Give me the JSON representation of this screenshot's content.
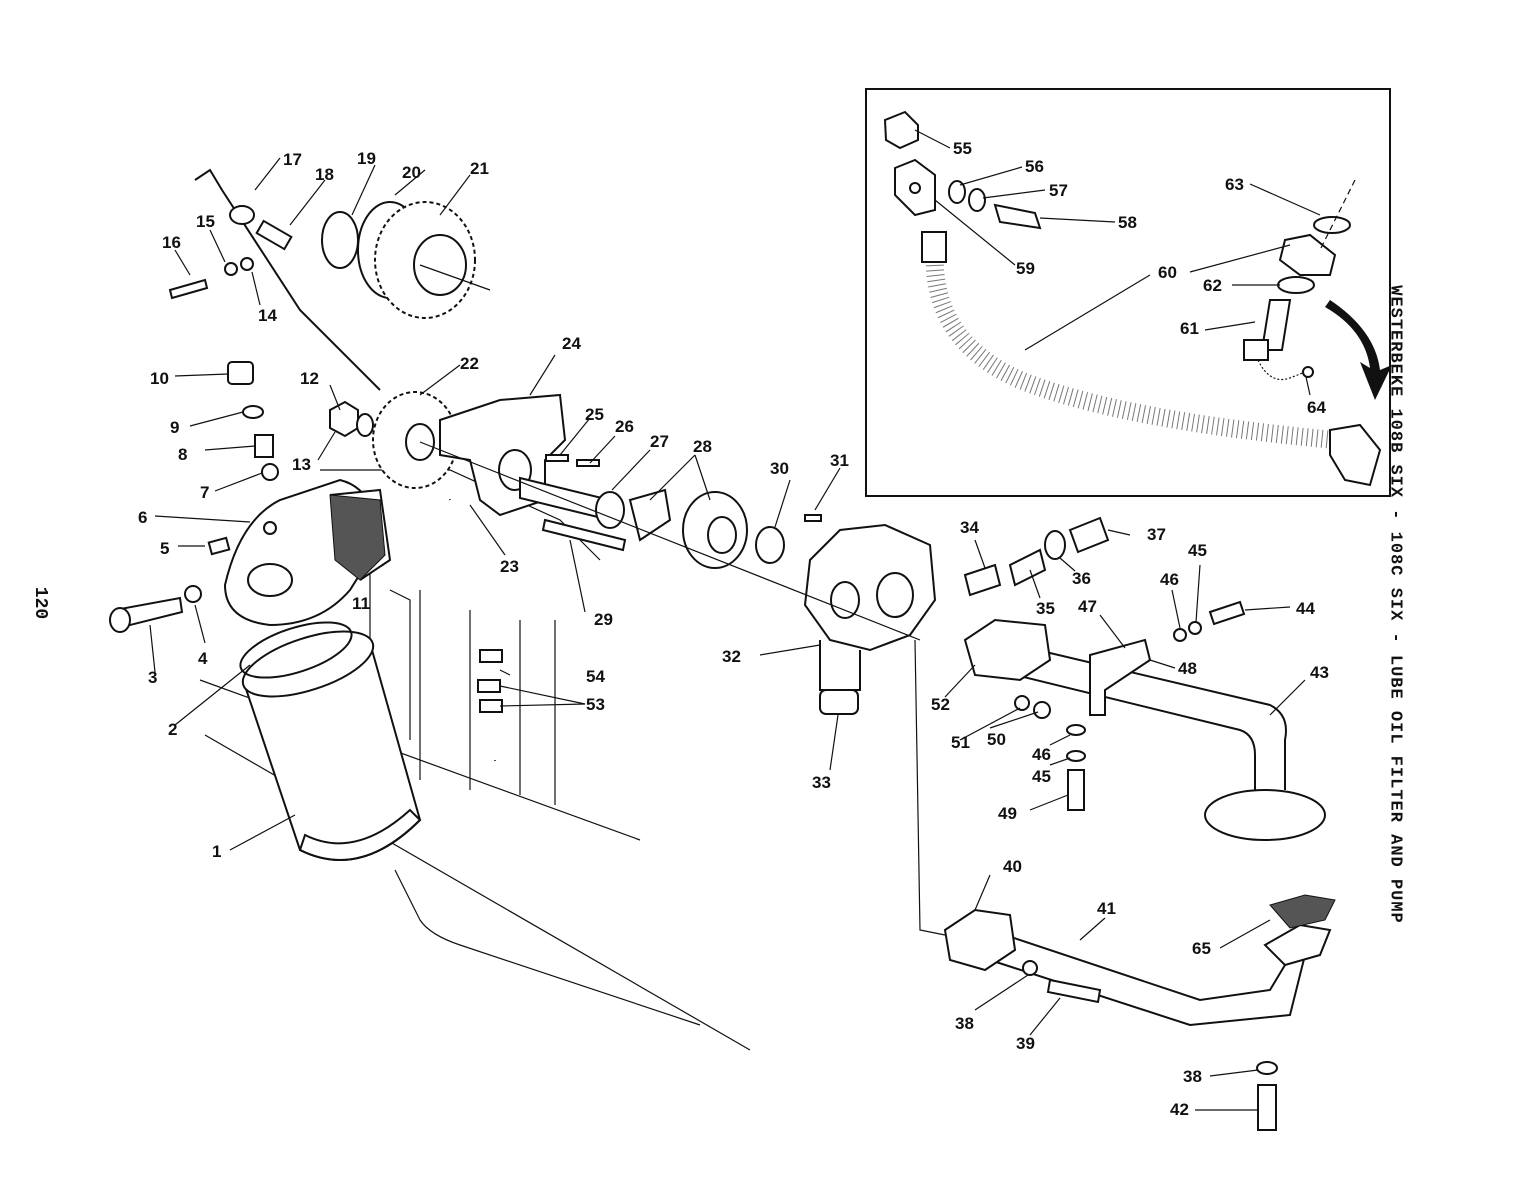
{
  "title": "WESTERBEKE 108B SIX - 108C SIX - LUBE OIL FILTER AND PUMP",
  "page_number": "120",
  "callouts": [
    "1",
    "2",
    "3",
    "4",
    "5",
    "6",
    "7",
    "8",
    "9",
    "10",
    "11",
    "12",
    "13",
    "14",
    "15",
    "16",
    "17",
    "18",
    "19",
    "20",
    "21",
    "22",
    "23",
    "24",
    "25",
    "26",
    "27",
    "28",
    "29",
    "30",
    "31",
    "32",
    "33",
    "34",
    "35",
    "36",
    "37",
    "38",
    "39",
    "40",
    "41",
    "42",
    "43",
    "44",
    "45",
    "46",
    "47",
    "48",
    "49",
    "50",
    "51",
    "52",
    "53",
    "54",
    "55",
    "56",
    "57",
    "58",
    "59",
    "60",
    "61",
    "62",
    "63",
    "64",
    "65"
  ]
}
